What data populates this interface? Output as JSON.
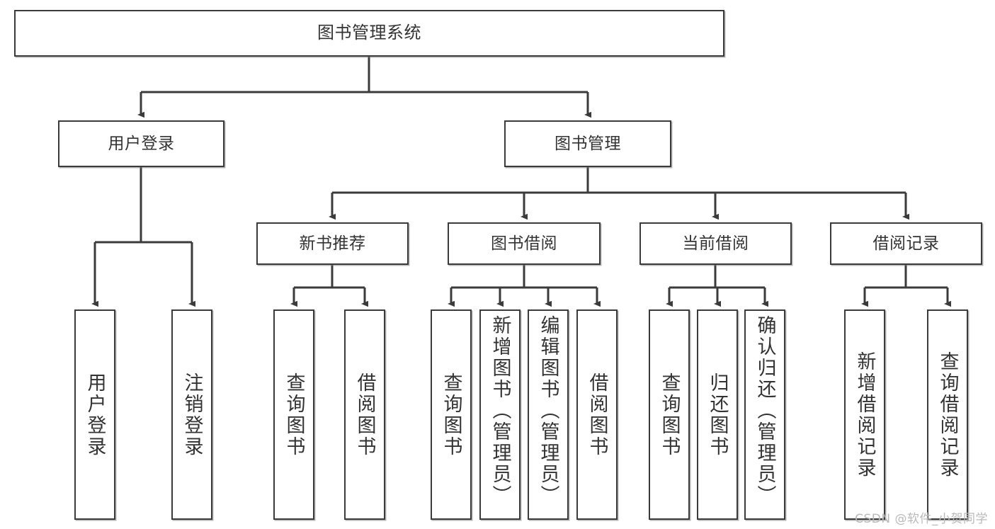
{
  "diagram": {
    "title": "图书管理系统",
    "watermark": "CSDN @软件_小贺同学",
    "colors": {
      "box_border": "#3b3b3b",
      "box_fill": "#ffffff",
      "edge": "#3b3b3b",
      "text": "#333333",
      "watermark": "#b9b9b9"
    },
    "root": {
      "id": "root",
      "label": "图书管理系统"
    },
    "level1": [
      {
        "id": "user-login",
        "label": "用户登录"
      },
      {
        "id": "book-management",
        "label": "图书管理"
      }
    ],
    "level2": [
      {
        "id": "new-book-recommend",
        "label": "新书推荐",
        "parent": "book-management"
      },
      {
        "id": "book-borrow",
        "label": "图书借阅",
        "parent": "book-management"
      },
      {
        "id": "current-borrow",
        "label": "当前借阅",
        "parent": "book-management"
      },
      {
        "id": "borrow-record",
        "label": "借阅记录",
        "parent": "book-management"
      }
    ],
    "leaves": [
      {
        "id": "leaf-user-login",
        "label": "用户登录",
        "parent": "user-login"
      },
      {
        "id": "leaf-logout-login",
        "label": "注销登录",
        "parent": "user-login"
      },
      {
        "id": "leaf-query-book-1",
        "label": "查询图书",
        "parent": "new-book-recommend"
      },
      {
        "id": "leaf-borrow-book-1",
        "label": "借阅图书",
        "parent": "new-book-recommend"
      },
      {
        "id": "leaf-query-book-2",
        "label": "查询图书",
        "parent": "book-borrow"
      },
      {
        "id": "leaf-add-book",
        "label": "新增图书（管理员）",
        "parent": "book-borrow"
      },
      {
        "id": "leaf-edit-book",
        "label": "编辑图书（管理员）",
        "parent": "book-borrow"
      },
      {
        "id": "leaf-borrow-book-2",
        "label": "借阅图书",
        "parent": "book-borrow"
      },
      {
        "id": "leaf-query-book-3",
        "label": "查询图书",
        "parent": "current-borrow"
      },
      {
        "id": "leaf-return-book",
        "label": "归还图书",
        "parent": "current-borrow"
      },
      {
        "id": "leaf-confirm-return",
        "label": "确认归还（管理员）",
        "parent": "current-borrow"
      },
      {
        "id": "leaf-add-record",
        "label": "新增借阅记录",
        "parent": "borrow-record"
      },
      {
        "id": "leaf-query-record",
        "label": "查询借阅记录",
        "parent": "borrow-record"
      }
    ]
  }
}
